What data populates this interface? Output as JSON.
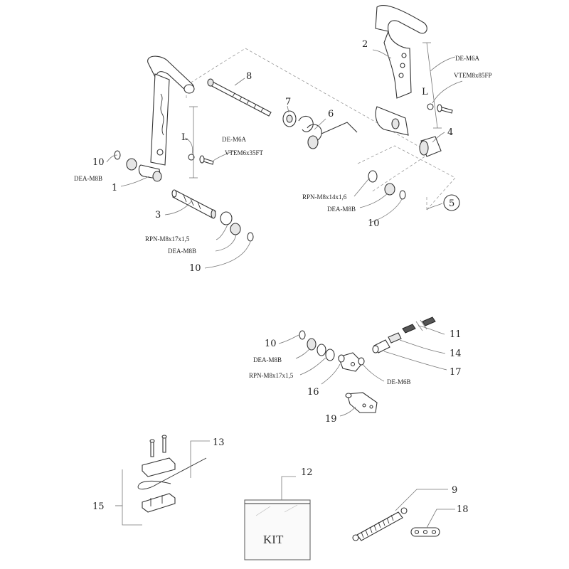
{
  "labels": {
    "n1": "1",
    "n2": "2",
    "n3": "3",
    "n4": "4",
    "n5": "5",
    "n6": "6",
    "n7": "7",
    "n8": "8",
    "n9": "9",
    "n10a": "10",
    "n10b": "10",
    "n10c": "10",
    "n10d": "10",
    "n11": "11",
    "n12": "12",
    "n13": "13",
    "n14": "14",
    "n15": "15",
    "n16": "16",
    "n17": "17",
    "n18": "18",
    "n19": "19",
    "dim_left": "L",
    "dim_right": "L"
  },
  "codes": {
    "dea_m8b_left": "DEA-M8B",
    "de_m6a_left": "DE-M6A",
    "vtem6x35ft": "VTEM6x35FT",
    "rpn_m8x17_upper": "RPN-M8x17x1,5",
    "dea_m8b_lower_left": "DEA-M8B",
    "de_m6a_right": "DE-M6A",
    "vtem8x85fp": "VTEM8x85FP",
    "rpn_m8x14": "RPN-M8x14x1,6",
    "dea_m8b_right": "DEA-M8B",
    "dea_m8b_mid": "DEA-M8B",
    "rpn_m8x17_mid": "RPN-M8x17x1,5",
    "de_m6b": "DE-M6B"
  },
  "kit_label": "KIT"
}
